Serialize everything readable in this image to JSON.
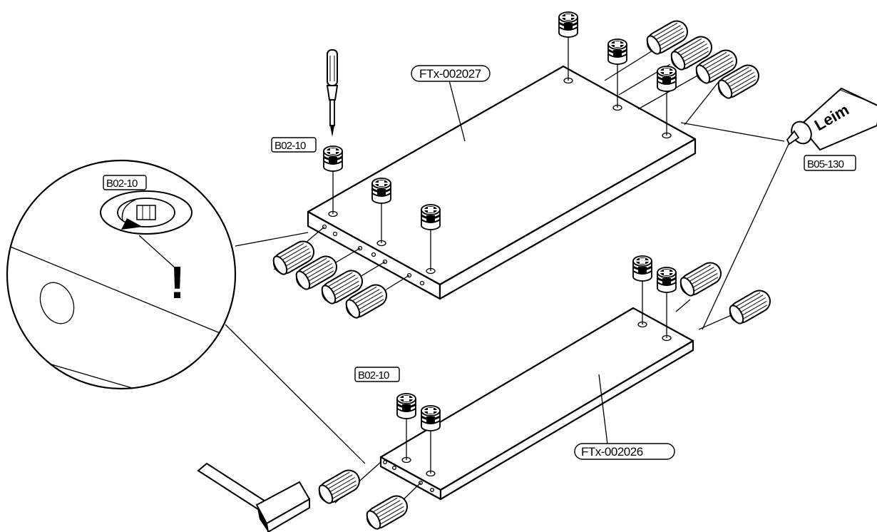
{
  "labels": {
    "part_top": "FTx-002027",
    "part_bottom": "FTx-002026",
    "fitting_top": "B02-10",
    "fitting_detail": "B02-10",
    "fitting_bottom": "B02-10",
    "glue_code": "B05-130",
    "glue_text": "Leim",
    "warning": "!"
  },
  "icons": {
    "screwdriver": "screwdriver-icon",
    "hammer": "hammer-icon",
    "glue": "glue-tube-icon",
    "cam_fitting": "cam-lock-icon",
    "dowel": "wooden-dowel-icon"
  }
}
